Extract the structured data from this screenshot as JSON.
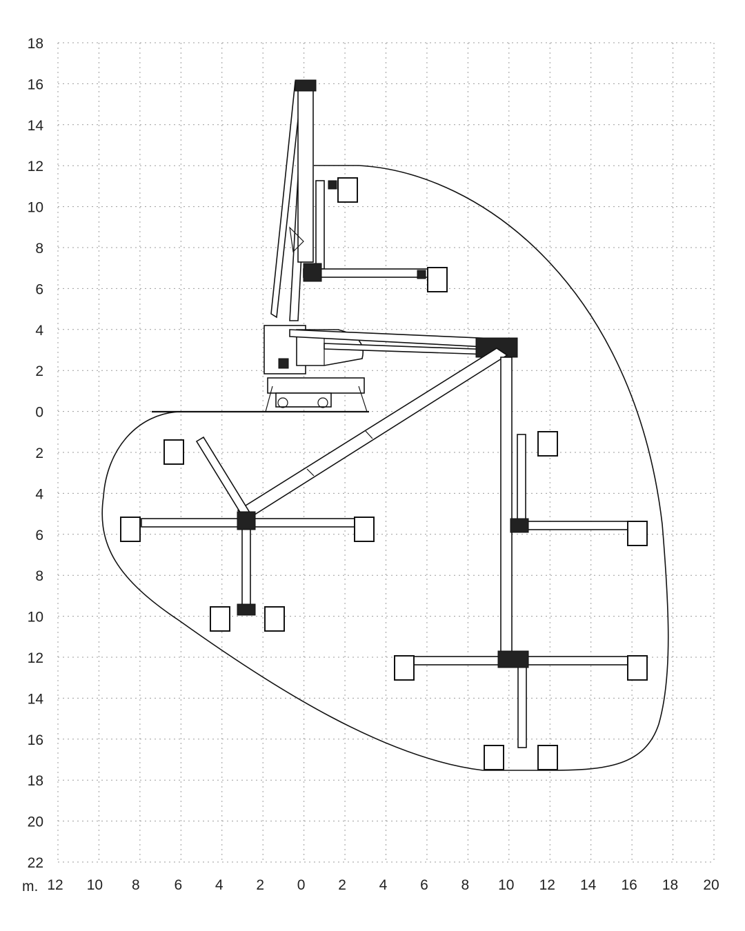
{
  "axes": {
    "unit_label": "m.",
    "y_ticks": [
      "18",
      "16",
      "14",
      "12",
      "10",
      "8",
      "6",
      "4",
      "2",
      "0",
      "2",
      "4",
      "6",
      "8",
      "10",
      "12",
      "14",
      "16",
      "18",
      "20",
      "22"
    ],
    "x_ticks": [
      "12",
      "10",
      "8",
      "6",
      "4",
      "2",
      "0",
      "2",
      "4",
      "6",
      "8",
      "10",
      "12",
      "14",
      "16",
      "18",
      "20"
    ],
    "x_range": [
      -12,
      20
    ],
    "y_range": [
      -22,
      18
    ],
    "grid": "dotted"
  },
  "machine": {
    "component": "tracked aerial work platform",
    "envelope": "working range outline",
    "boom_positions": [
      {
        "name": "vertical-max",
        "platform_height": 16
      },
      {
        "name": "horizontal-outreach",
        "platform_height": 3
      },
      {
        "name": "below-ground-left",
        "platform_height": -5.5
      },
      {
        "name": "below-ground-right",
        "platform_height": -12
      }
    ]
  },
  "colors": {
    "line": "#111111",
    "grid": "#9a9a9a",
    "background": "#ffffff"
  }
}
